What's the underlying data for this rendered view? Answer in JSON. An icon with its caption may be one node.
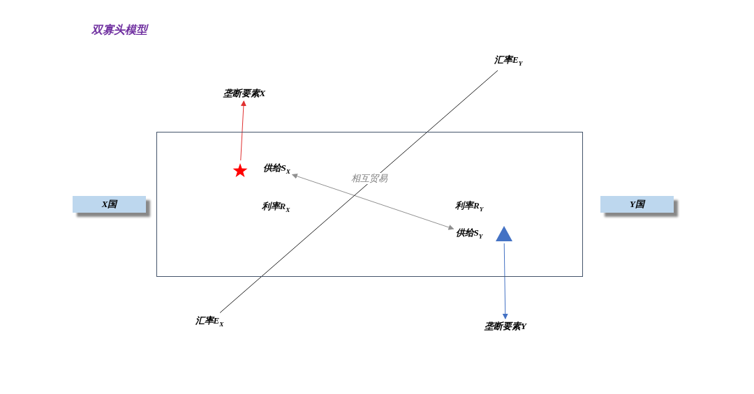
{
  "diagram": {
    "title": "双寡头模型",
    "nodes": [
      {
        "text": [],
        "shape": "box"
      },
      {
        "text": [
          "X国"
        ]
      },
      {
        "text": [
          "Y国"
        ]
      },
      {
        "text": [
          "垄断要素X"
        ]
      },
      {
        "text": [],
        "shape": "star",
        "in": 0
      },
      {
        "text": [
          "供给S$_{X}$"
        ],
        "in": 0
      },
      {
        "text": [
          "供给S$_{Y}$"
        ],
        "in": 0
      },
      {
        "text": [],
        "shape": "triangle",
        "in": 0
      },
      {
        "text": [
          "垄断要素Y"
        ]
      },
      {
        "text": [
          "汇率E$_{Y}$"
        ]
      },
      {
        "text": [
          "汇率E$_{X}$"
        ]
      }
    ],
    "edges": [
      {
        "from": 4,
        "to": 3,
        "arrow": "to",
        "color": "#e03030"
      },
      {
        "from": 7,
        "to": 8,
        "arrow": "to",
        "color": "#4472c4"
      },
      {
        "from": 5,
        "to": 6,
        "arrow": "both",
        "label": "相互贸易",
        "color": "#909090"
      },
      {
        "from": 10,
        "to": 9,
        "arrow": "none",
        "color": "#202020"
      }
    ],
    "labels": [
      "利率R$_{X}$",
      "利率R$_{Y}$"
    ]
  }
}
